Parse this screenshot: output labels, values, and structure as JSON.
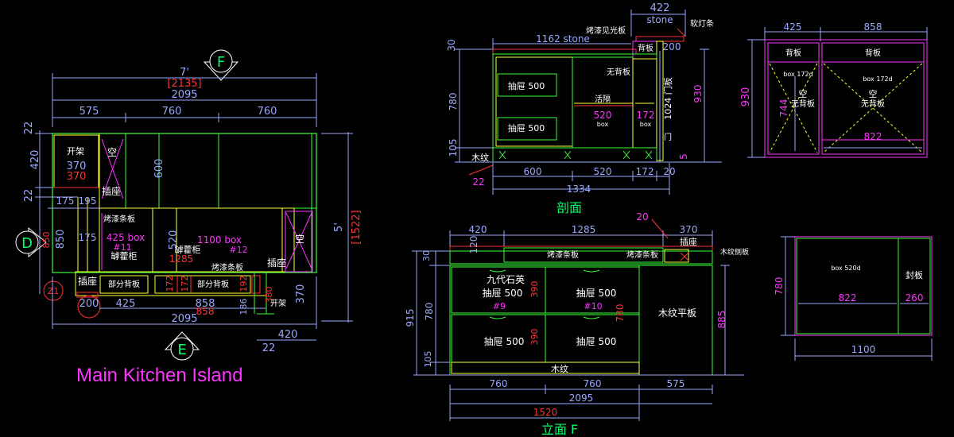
{
  "colors": {
    "background": "#000000",
    "dimension": "#9aa8ff",
    "outline": "#39ff39",
    "panel": "#ffff33",
    "magenta": "#ff33ff",
    "red": "#ff3333",
    "label_white": "#ffffff",
    "marker_green": "#00ff66",
    "cyan": "#22dddd"
  },
  "plan": {
    "title": "Main Kitchen Island",
    "marker_f": "F",
    "marker_e": "E",
    "marker_d": "D",
    "marker_z": "Z1",
    "overall_ft": "7'",
    "overall_mm_bracket": "[2135]",
    "overall_mm": "2095",
    "seg_575": "575",
    "seg_760a": "760",
    "seg_760b": "760",
    "left_22a": "22",
    "left_420": "420",
    "left_22b": "22",
    "left_850": "850",
    "open_rack_top": "开架",
    "box_370a": "370",
    "box_370b": "370",
    "empty_a": "空",
    "socket_a": "插座",
    "tall_600": "600",
    "d175": "175",
    "d195": "195",
    "paint_strip_a": "烤漆条板",
    "d175b": "175",
    "box_425": "425 box",
    "tag_11": "#11",
    "lou_gui": "罅藿柜",
    "d520": "520",
    "box_1100": "1100 box",
    "tag_12": "#12",
    "lou_gui_b": "罅藿柜",
    "d1285": "1285",
    "empty_b": "空",
    "socket_b": "插座",
    "paint_strip_b": "烤漆条板",
    "socket_c": "插座",
    "back_part_a": "部分背板",
    "d172a": "172",
    "d172b": "172",
    "back_part_b": "部分背板",
    "d192": "192",
    "d186": "186",
    "d380": "380",
    "open_rack_b": "开架",
    "d370_right": "370",
    "bot_200": "200",
    "bot_425": "425",
    "bot_858a": "858",
    "bot_858b": "858",
    "bot_2095": "2095",
    "bot_420": "420",
    "bot_22": "22",
    "right_5ft": "5'",
    "right_1522": "[1522]"
  },
  "section": {
    "caption": "剖面",
    "d422": "422",
    "stone": "stone",
    "paint_top": "烤漆见光板",
    "soft_strip": "软灯条",
    "d1162": "1162 stone",
    "back_board": "背板",
    "d200": "200",
    "d30": "30",
    "drawer_a": "抽屉 500",
    "drawer_b": "抽屉 500",
    "no_back": "无背板",
    "movable": "活隔",
    "d520": "520",
    "box_a": "box",
    "d172": "172",
    "box_b": "box",
    "door_1024": "1024 门板",
    "d780": "780",
    "d930": "930",
    "door": "门",
    "d105": "105",
    "wood": "木纹",
    "d5": "5",
    "d600": "600",
    "d520b": "520",
    "d172b": "172",
    "d20": "20",
    "d22": "22",
    "d1334": "1334"
  },
  "side_right": {
    "d425": "425",
    "d858": "858",
    "back_a": "背板",
    "back_b": "背板",
    "box_a": "box 172d",
    "box_b": "box 172d",
    "empty_a": "空",
    "noback_a": "无背板",
    "empty_b": "空",
    "noback_b": "无背板",
    "d930": "930",
    "d744": "744",
    "d822": "822"
  },
  "elevation": {
    "caption": "立面 F",
    "d20": "20",
    "d420": "420",
    "d1285": "1285",
    "d370": "370",
    "d120": "120",
    "socket": "插座",
    "wood_side": "木纹侧板",
    "paint_a": "烤漆条板",
    "paint_b": "烤漆条板",
    "d30": "30",
    "quartz": "九代石英",
    "drawer_9": "抽屉 500",
    "tag_9": "#9",
    "d390a": "390",
    "drawer_10": "抽屉 500",
    "tag_10": "#10",
    "d780r": "780",
    "wood_panel": "木纹平板",
    "d915": "915",
    "d780": "780",
    "d885": "885",
    "drawer_c": "抽屉 500",
    "d390b": "390",
    "drawer_d": "抽屉 500",
    "d105": "105",
    "wood": "木纹",
    "d760a": "760",
    "d760b": "760",
    "d575": "575",
    "d2095": "2095",
    "d1520": "1520"
  },
  "box520": {
    "box": "box 520d",
    "seal": "封板",
    "d780": "780",
    "d822": "822",
    "d260": "260",
    "d1100": "1100"
  }
}
